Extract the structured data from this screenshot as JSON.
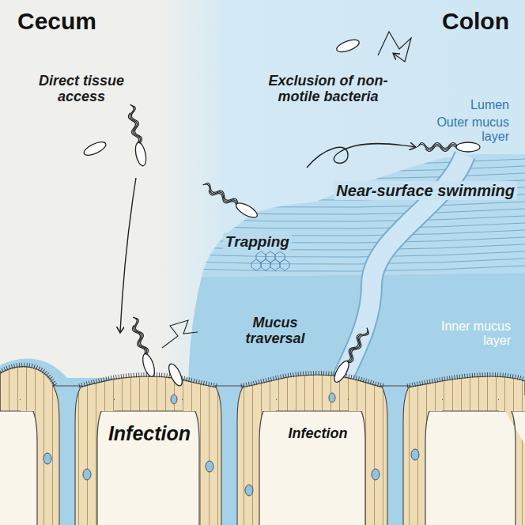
{
  "diagram": {
    "labels": [
      "Cecum",
      "Colon",
      "Direct tissue access",
      "Exclusion of non-motile bacteria",
      "Lumen",
      "Outer mucus layer",
      "Near-surface swimming",
      "Trapping",
      "Mucus traversal",
      "Inner mucus layer",
      "Infection",
      "Infection"
    ]
  }
}
